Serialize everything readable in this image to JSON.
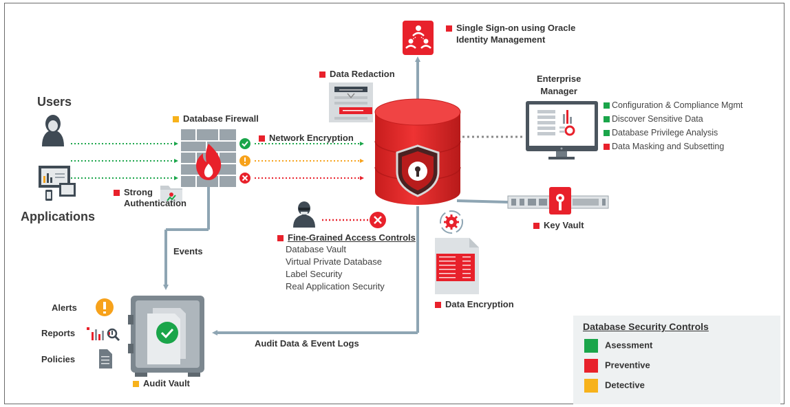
{
  "colors": {
    "assessment": "#1aa54a",
    "preventive": "#e8212b",
    "detective": "#f7b21b",
    "arrow_gray": "#8ea5b3",
    "database_red": "#e22a2a"
  },
  "labels": {
    "users": "Users",
    "applications": "Applications",
    "database_firewall": "Database Firewall",
    "strong_authentication_line1": "Strong",
    "strong_authentication_line2": "Authentication",
    "network_encryption": "Network Encryption",
    "data_redaction": "Data Redaction",
    "sso_line1": "Single Sign-on using Oracle",
    "sso_line2": "Identity Management",
    "enterprise_manager_line1": "Enterprise",
    "enterprise_manager_line2": "Manager",
    "key_vault": "Key Vault",
    "events": "Events",
    "fine_grained_title": "Fine-Grained Access Controls",
    "data_encryption": "Data Encryption",
    "audit_data_event_logs": "Audit Data & Event Logs",
    "audit_vault": "Audit Vault",
    "alerts": "Alerts",
    "reports": "Reports",
    "policies": "Policies"
  },
  "enterprise_manager_items": [
    {
      "text": "Configuration & Compliance Mgmt",
      "type": "assessment"
    },
    {
      "text": "Discover Sensitive Data",
      "type": "assessment"
    },
    {
      "text": "Database Privilege Analysis",
      "type": "assessment"
    },
    {
      "text": "Data Masking and Subsetting",
      "type": "preventive"
    }
  ],
  "fine_grained_items": [
    "Database Vault",
    "Virtual Private Database",
    "Label Security",
    "Real Application Security"
  ],
  "legend": {
    "title": "Database Security Controls",
    "items": [
      {
        "label": "Asessment",
        "type": "assessment"
      },
      {
        "label": "Preventive",
        "type": "preventive"
      },
      {
        "label": "Detective",
        "type": "detective"
      }
    ]
  },
  "icons": {
    "users": "user-icon",
    "applications": "applications-icon",
    "firewall": "firewall-icon",
    "database": "database-icon",
    "sso": "single-sign-on-icon",
    "redaction": "data-redaction-icon",
    "monitor": "enterprise-manager-monitor-icon",
    "key_vault": "key-vault-appliance-icon",
    "hacker": "malicious-user-icon",
    "encryption": "encrypted-file-icon",
    "audit_vault": "audit-vault-safe-icon",
    "alerts": "alert-icon",
    "reports": "report-chart-icon",
    "policies": "policy-document-icon"
  }
}
